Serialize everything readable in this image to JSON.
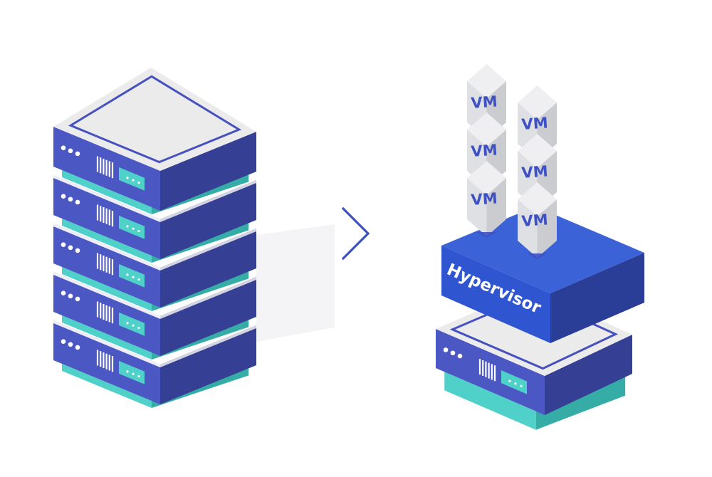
{
  "labels": {
    "hypervisor": "Hypervisor",
    "vm": "VM"
  },
  "vm_count": 6,
  "left_stack_server_count": 5,
  "icons": {
    "arrow": "chevron-right-icon",
    "server": "server-icon",
    "vm": "cube-icon"
  },
  "colors": {
    "server_top": "#ebebeb",
    "server_left": "#4b58c4",
    "server_right": "#353f94",
    "server_top_border": "#4651bf",
    "teal": "#4fd0c8",
    "teal_dark": "#35aca6",
    "hypervisor_top": "#3b62d6",
    "hypervisor_left": "#2f55d1",
    "hypervisor_right": "#2a3e98",
    "vm_top": "#efeff1",
    "vm_left": "#dfe0e3",
    "vm_right": "#cbccd0",
    "vm_text": "#3d51c4",
    "arrow": "#3d51c4"
  }
}
